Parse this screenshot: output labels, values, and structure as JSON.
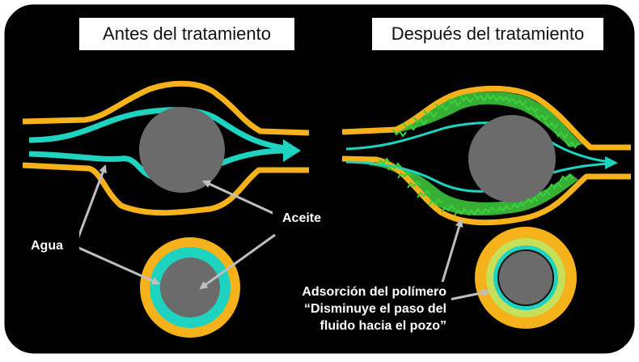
{
  "titles": {
    "before": "Antes del tratamiento",
    "after": "Después del tratamiento"
  },
  "labels": {
    "water": "Agua",
    "oil": "Aceite",
    "adsorption_line1": "Adsorción del polímero",
    "adsorption_line2": "“Disminuye el paso del",
    "adsorption_line3": "fluido hacia el pozo”"
  },
  "colors": {
    "background": "#000000",
    "frame": "#ffffff",
    "pore_wall": "#f5b21a",
    "water": "#1fd3c1",
    "oil_grain": "#6b6b6b",
    "polymer": "#3ecf3e",
    "arrow": "#bfbfbf"
  }
}
